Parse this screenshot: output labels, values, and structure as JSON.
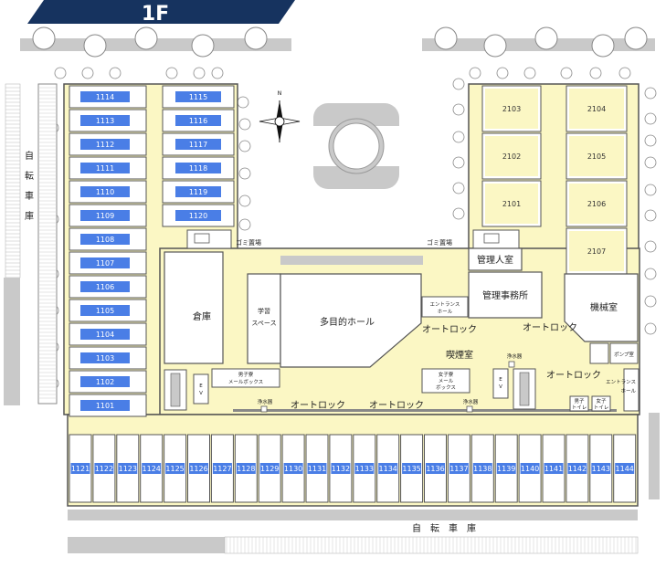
{
  "floor_label": "1F",
  "colors": {
    "banner": "#16335f",
    "corridor": "#fbf7c4",
    "room_blue": "#4a7ee6",
    "room_yellow": "#fbf7c4",
    "wall": "#666666",
    "gray_strip": "#c9c9c9",
    "tree": "#ffffff"
  },
  "rooms_left_a": [
    "1114",
    "1113",
    "1112",
    "1111",
    "1110",
    "1109",
    "1108",
    "1107",
    "1106",
    "1105",
    "1104",
    "1103",
    "1102",
    "1101"
  ],
  "rooms_left_b": [
    "1115",
    "1116",
    "1117",
    "1118",
    "1119",
    "1120"
  ],
  "rooms_bottom": [
    "1121",
    "1122",
    "1123",
    "1124",
    "1125",
    "1126",
    "1127",
    "1128",
    "1129",
    "1130",
    "1131",
    "1132",
    "1133",
    "1134",
    "1135",
    "1136",
    "1137",
    "1138",
    "1139",
    "1140",
    "1141",
    "1142",
    "1143",
    "1144"
  ],
  "rooms_right_a": [
    "2103",
    "2102",
    "2101"
  ],
  "rooms_right_b": [
    "2104",
    "2105",
    "2106",
    "2107"
  ],
  "labels": {
    "garbage_left": "ゴミ置場",
    "garbage_right": "ゴミ置場",
    "storage": "倉庫",
    "study_1": "学習",
    "study_2": "スペース",
    "hall": "多目的ホール",
    "manager_room": "管理人室",
    "manager_office": "管理事務所",
    "machine_room": "機械室",
    "entrance_hall_1a": "エントランス",
    "entrance_hall_1b": "ホール",
    "entrance_hall_2a": "エントランス",
    "entrance_hall_2b": "ホール",
    "autolock_1": "オートロック",
    "autolock_2": "オートロック",
    "autolock_3": "オートロック",
    "autolock_4": "オートロック",
    "autolock_5": "オートロック",
    "smoking": "喫煙室",
    "water_1": "浄水器",
    "water_2": "浄水器",
    "water_3": "浄水器",
    "male_mail_1": "男子寮",
    "male_mail_2": "メールボックス",
    "female_mail_1": "女子寮",
    "female_mail_2": "メール",
    "female_mail_3": "ボックス",
    "male_toilet_1": "男子",
    "male_toilet_2": "トイレ",
    "female_toilet_1": "女子",
    "female_toilet_2": "トイレ",
    "pump": "ポンプ室",
    "ev_1": "E",
    "ev_2": "V",
    "ev_3": "E",
    "ev_4": "V",
    "north": "N",
    "bike_left_1": "自",
    "bike_left_2": "転",
    "bike_left_3": "車",
    "bike_left_4": "庫",
    "bike_bottom": "自　転　車　庫"
  }
}
